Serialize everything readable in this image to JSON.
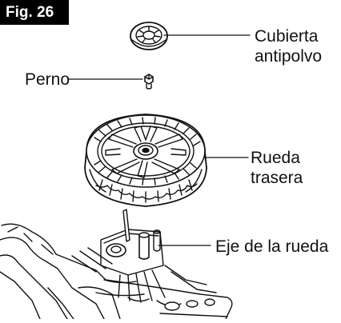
{
  "figure": {
    "badge": "Fig. 26",
    "parts": [
      {
        "id": "dust-cover",
        "lines": [
          "Cubierta",
          "antipolvo"
        ]
      },
      {
        "id": "bolt",
        "lines": [
          "Perno"
        ]
      },
      {
        "id": "rear-wheel",
        "lines": [
          "Rueda",
          "trasera"
        ]
      },
      {
        "id": "wheel-axle",
        "lines": [
          "Eje de la rueda"
        ]
      }
    ]
  }
}
